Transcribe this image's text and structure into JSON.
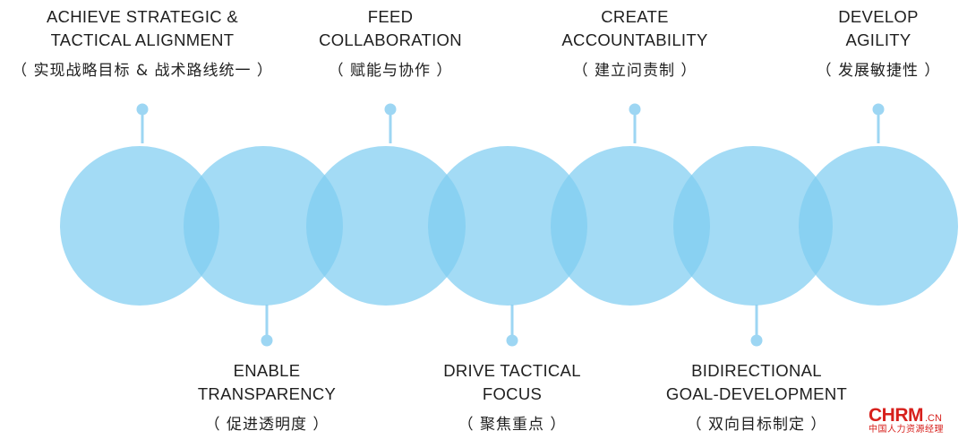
{
  "nodes": [
    {
      "en": "ACHIEVE  STRATEGIC  &\nTACTICAL  ALIGNMENT",
      "zh": "（ 实现战略目标 & 战术路线统一 ）"
    },
    {
      "en": "FEED\nCOLLABORATION",
      "zh": "（ 赋能与协作 ）"
    },
    {
      "en": "CREATE\nACCOUNTABILITY",
      "zh": "（ 建立问责制 ）"
    },
    {
      "en": "DEVELOP\nAGILITY",
      "zh": "（ 发展敏捷性 ）"
    },
    {
      "en": "ENABLE\nTRANSPARENCY",
      "zh": "（ 促进透明度 ）"
    },
    {
      "en": "DRIVE  TACTICAL\nFOCUS",
      "zh": "（ 聚焦重点 ）"
    },
    {
      "en": "BIDIRECTIONAL\nGOAL-DEVELOPMENT",
      "zh": "（ 双向目标制定 ）"
    }
  ],
  "colors": {
    "circle_fill": "#7fcdf1",
    "connector": "#9dd6f3",
    "text": "#1f1f1f",
    "logo": "#d7201c"
  },
  "logo": {
    "main": "CHRM",
    "suffix": ".CN",
    "sub": "中国人力资源经理"
  }
}
